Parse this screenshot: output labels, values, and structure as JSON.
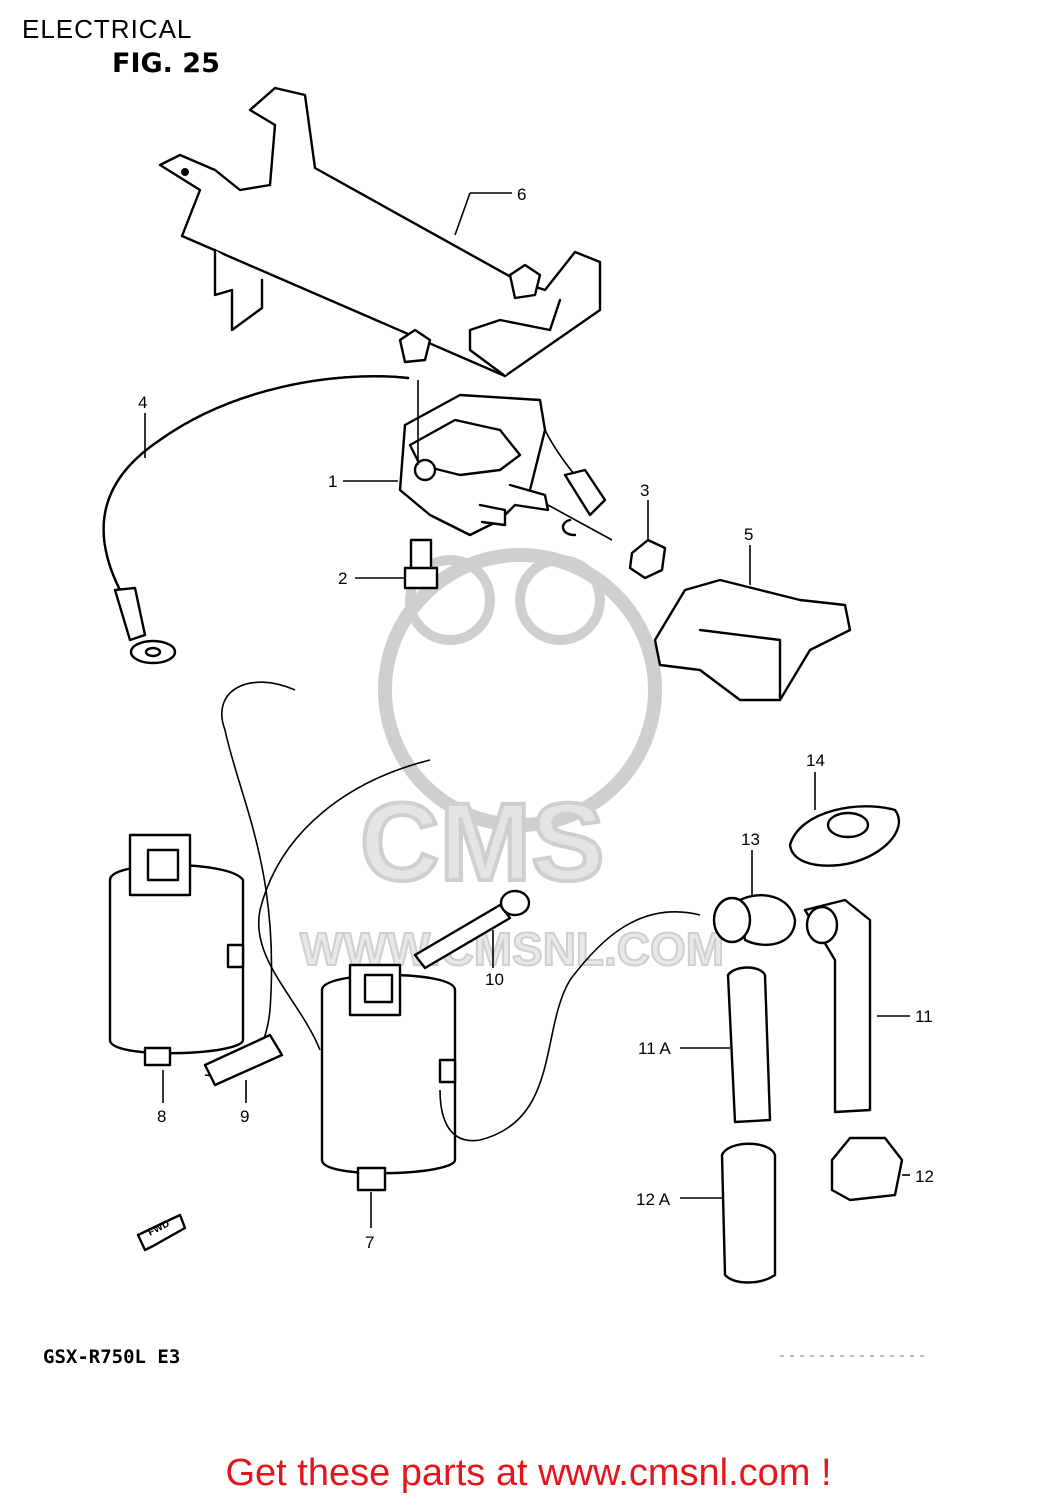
{
  "header": {
    "section": "ELECTRICAL",
    "figure": "FIG. 25"
  },
  "model": "GSX-R750L  E3",
  "watermark": {
    "text": "CMS",
    "url": "WWW.CMSNL.COM"
  },
  "fwd_label": "FWD",
  "callouts": [
    "1",
    "2",
    "3",
    "4",
    "5",
    "6",
    "7",
    "8",
    "9",
    "10",
    "11",
    "11 A",
    "12",
    "12 A",
    "13",
    "14"
  ],
  "footer": {
    "cta": "Get these parts at www.cmsnl.com !"
  },
  "colors": {
    "cta": "#e8141b",
    "watermark": "#cfcfcf"
  }
}
